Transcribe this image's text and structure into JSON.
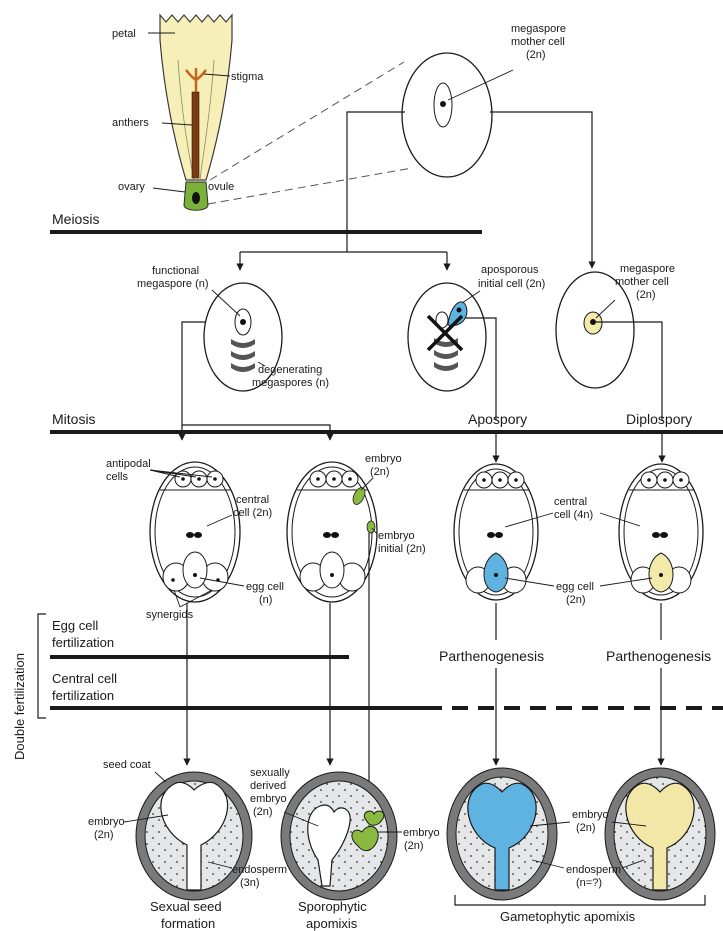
{
  "flower": {
    "petal": "petal",
    "stigma": "stigma",
    "anthers": "anthers",
    "ovary": "ovary",
    "ovule": "ovule"
  },
  "cells": {
    "mmc_top": [
      "megaspore",
      "mother cell",
      "(2n)"
    ],
    "functional": [
      "functional",
      "megaspore (n)"
    ],
    "degenerating": [
      "degenerating",
      "megaspores (n)"
    ],
    "aposporous": [
      "aposporous",
      "initial cell (2n)"
    ],
    "mmc_right": [
      "megaspore",
      "mother cell",
      "(2n)"
    ],
    "antipodal": [
      "antipodal",
      "cells"
    ],
    "central_2n": [
      "central",
      "cell (2n)"
    ],
    "egg_n": [
      "egg cell",
      "(n)"
    ],
    "synergids": "synergids",
    "embryo_2n_top": [
      "embryo",
      "(2n)"
    ],
    "embryo_initial": [
      "embryo",
      "initial (2n)"
    ],
    "central_4n": [
      "central",
      "cell (4n)"
    ],
    "egg_2n": [
      "egg cell",
      "(2n)"
    ]
  },
  "stages": {
    "meiosis": "Meiosis",
    "mitosis": "Mitosis",
    "apospory": "Apospory",
    "diplospory": "Diplospory",
    "double_fertilization": "Double fertilization",
    "egg_fert": [
      "Egg cell",
      "fertilization"
    ],
    "central_fert": [
      "Central cell",
      "fertilization"
    ],
    "parthenogenesis": "Parthenogenesis"
  },
  "seeds": {
    "seed_coat": "seed coat",
    "embryo_2n": [
      "embryo",
      "(2n)"
    ],
    "endosperm_3n": [
      "endosperm",
      "(3n)"
    ],
    "sexually_derived": [
      "sexually",
      "derived",
      "embryo",
      "(2n)"
    ],
    "embryo_right": [
      "embryo",
      "(2n)"
    ],
    "embryo_gameto": [
      "embryo",
      "(2n)"
    ],
    "endosperm_n": [
      "endosperm",
      "(n=?)"
    ]
  },
  "outcomes": {
    "sexual": [
      "Sexual seed",
      "formation"
    ],
    "sporophytic": [
      "Sporophytic",
      "apomixis"
    ],
    "gametophytic": "Gametophytic apomixis"
  },
  "colors": {
    "yellow": "#f3e9a8",
    "blue": "#5fb3e0",
    "green": "#8ab940",
    "grey_coat": "#7a7a7a",
    "endosperm_fill": "#e4e6e7",
    "embryo_yellow": "#f2e7a6"
  }
}
